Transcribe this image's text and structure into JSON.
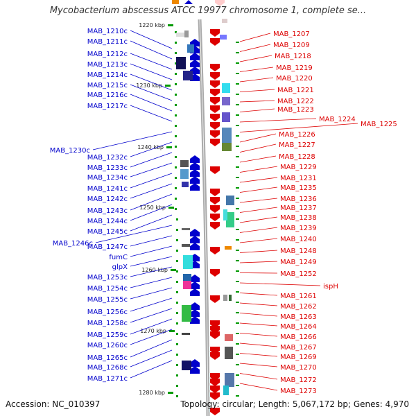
{
  "title": "Mycobacterium abscessus ATCC 19977 chromosome 1, complete se...",
  "accession": "Accession: NC_010397",
  "topology": "Topology: circular; Length: 5,067,172 bp; Genes: 4,970",
  "colors": {
    "minus_strand": "#0000cc",
    "plus_strand": "#dd0000",
    "backbone": "#999999",
    "tick": "#009900"
  },
  "scale_ticks": [
    "1220 kbp",
    "1230 kbp",
    "1240 kbp",
    "1250 kbp",
    "1260 kbp",
    "1270 kbp",
    "1280 kbp"
  ],
  "minus_genes": [
    "MAB_1210c",
    "MAB_1211c",
    "MAB_1212c",
    "MAB_1213c",
    "MAB_1214c",
    "MAB_1215c",
    "MAB_1216c",
    "MAB_1217c",
    "MAB_1230c",
    "MAB_1232c",
    "MAB_1233c",
    "MAB_1234c",
    "MAB_1241c",
    "MAB_1242c",
    "MAB_1243c",
    "MAB_1244c",
    "MAB_1245c",
    "MAB_1246c",
    "MAB_1247c",
    "fumC",
    "glpX",
    "MAB_1253c",
    "MAB_1254c",
    "MAB_1255c",
    "MAB_1256c",
    "MAB_1258c",
    "MAB_1259c",
    "MAB_1260c",
    "MAB_1265c",
    "MAB_1268c",
    "MAB_1271c"
  ],
  "plus_genes": [
    "MAB_1207",
    "MAB_1209",
    "MAB_1218",
    "MAB_1219",
    "MAB_1220",
    "MAB_1221",
    "MAB_1222",
    "MAB_1223",
    "MAB_1224",
    "MAB_1225",
    "MAB_1226",
    "MAB_1227",
    "MAB_1228",
    "MAB_1229",
    "MAB_1231",
    "MAB_1235",
    "MAB_1236",
    "MAB_1237",
    "MAB_1238",
    "MAB_1239",
    "MAB_1240",
    "MAB_1248",
    "MAB_1249",
    "MAB_1252",
    "ispH",
    "MAB_1261",
    "MAB_1262",
    "MAB_1263",
    "MAB_1264",
    "MAB_1266",
    "MAB_1267",
    "MAB_1269",
    "MAB_1270",
    "MAB_1272",
    "MAB_1273"
  ]
}
